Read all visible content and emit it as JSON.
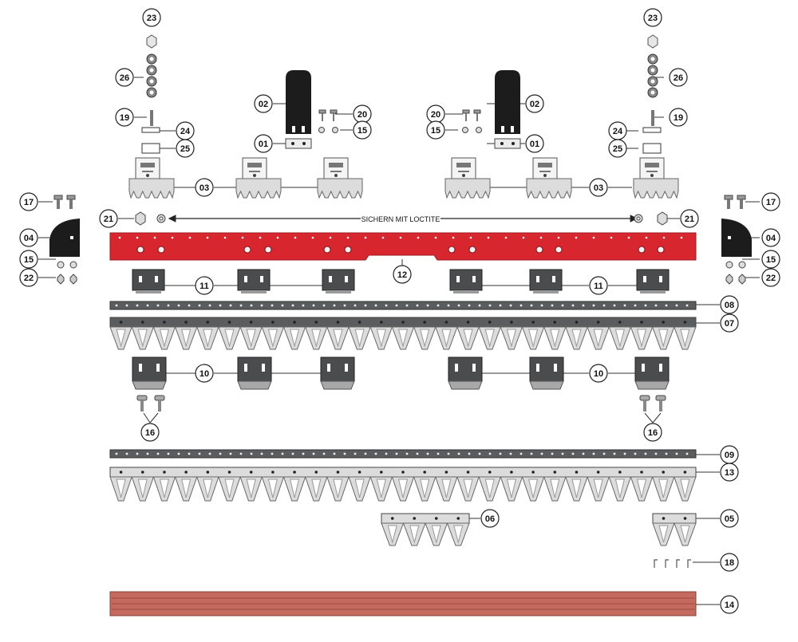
{
  "colors": {
    "frame_red": "#d8262e",
    "dark_steel": "#5a5c5e",
    "light_steel": "#dcdcdc",
    "black_part": "#1c1c1c",
    "wear_strip": "#c46a5e"
  },
  "annotation": "SICHERN MIT LOCTITE",
  "labels": {
    "l23": "23",
    "l26": "26",
    "l19": "19",
    "l24": "24",
    "l25": "25",
    "l02": "02",
    "l20": "20",
    "l15": "15",
    "l01": "01",
    "l03": "03",
    "l17": "17",
    "l21": "21",
    "l04": "04",
    "l22": "22",
    "l12": "12",
    "l11": "11",
    "l08": "08",
    "l07": "07",
    "l10": "10",
    "l16": "16",
    "l09": "09",
    "l13": "13",
    "l06": "06",
    "l05": "05",
    "l18": "18",
    "l14": "14"
  }
}
